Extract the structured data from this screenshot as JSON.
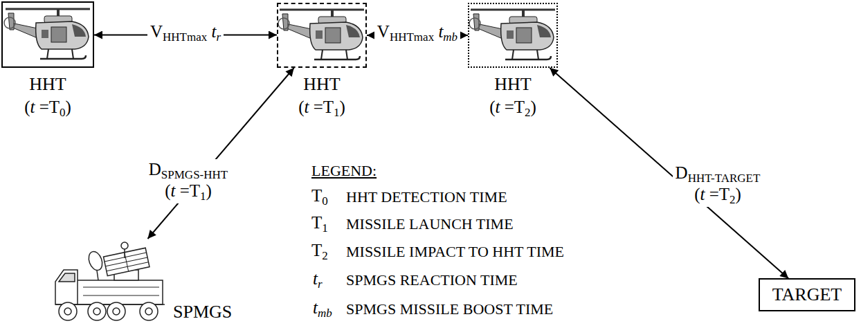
{
  "diagram": {
    "nodes": [
      {
        "text": [
          "HHT",
          "(t =T0)"
        ]
      },
      {
        "text": [
          "HHT",
          "(t =T1)"
        ]
      },
      {
        "text": [
          "HHT",
          "(t =T2)"
        ]
      },
      {
        "text": [
          "SPMGS"
        ]
      },
      {
        "text": [
          "TARGET"
        ]
      }
    ],
    "edges": [
      {
        "from": 0,
        "to": 1,
        "arrow": "both",
        "label": "VHHTmax tr"
      },
      {
        "from": 1,
        "to": 2,
        "arrow": "both",
        "label": "VHHTmax tmb"
      },
      {
        "from": 3,
        "to": 1,
        "arrow": "both",
        "label": "DSPMGS-HHT (t =T1)"
      },
      {
        "from": 2,
        "to": 4,
        "arrow": "both",
        "label": "DHHT-TARGET (t =T2)"
      }
    ],
    "labels": [
      "LEGEND:",
      "T0",
      "T1",
      "T2",
      "tr",
      "tmb"
    ],
    "legend": [
      {
        "text": "HHT DETECTION TIME"
      },
      {
        "text": "MISSILE LAUNCH TIME"
      },
      {
        "text": "MISSILE IMPACT TO HHT TIME"
      },
      {
        "text": "SPMGS REACTION TIME"
      },
      {
        "text": "SPMGS MISSILE BOOST TIME"
      }
    ]
  }
}
